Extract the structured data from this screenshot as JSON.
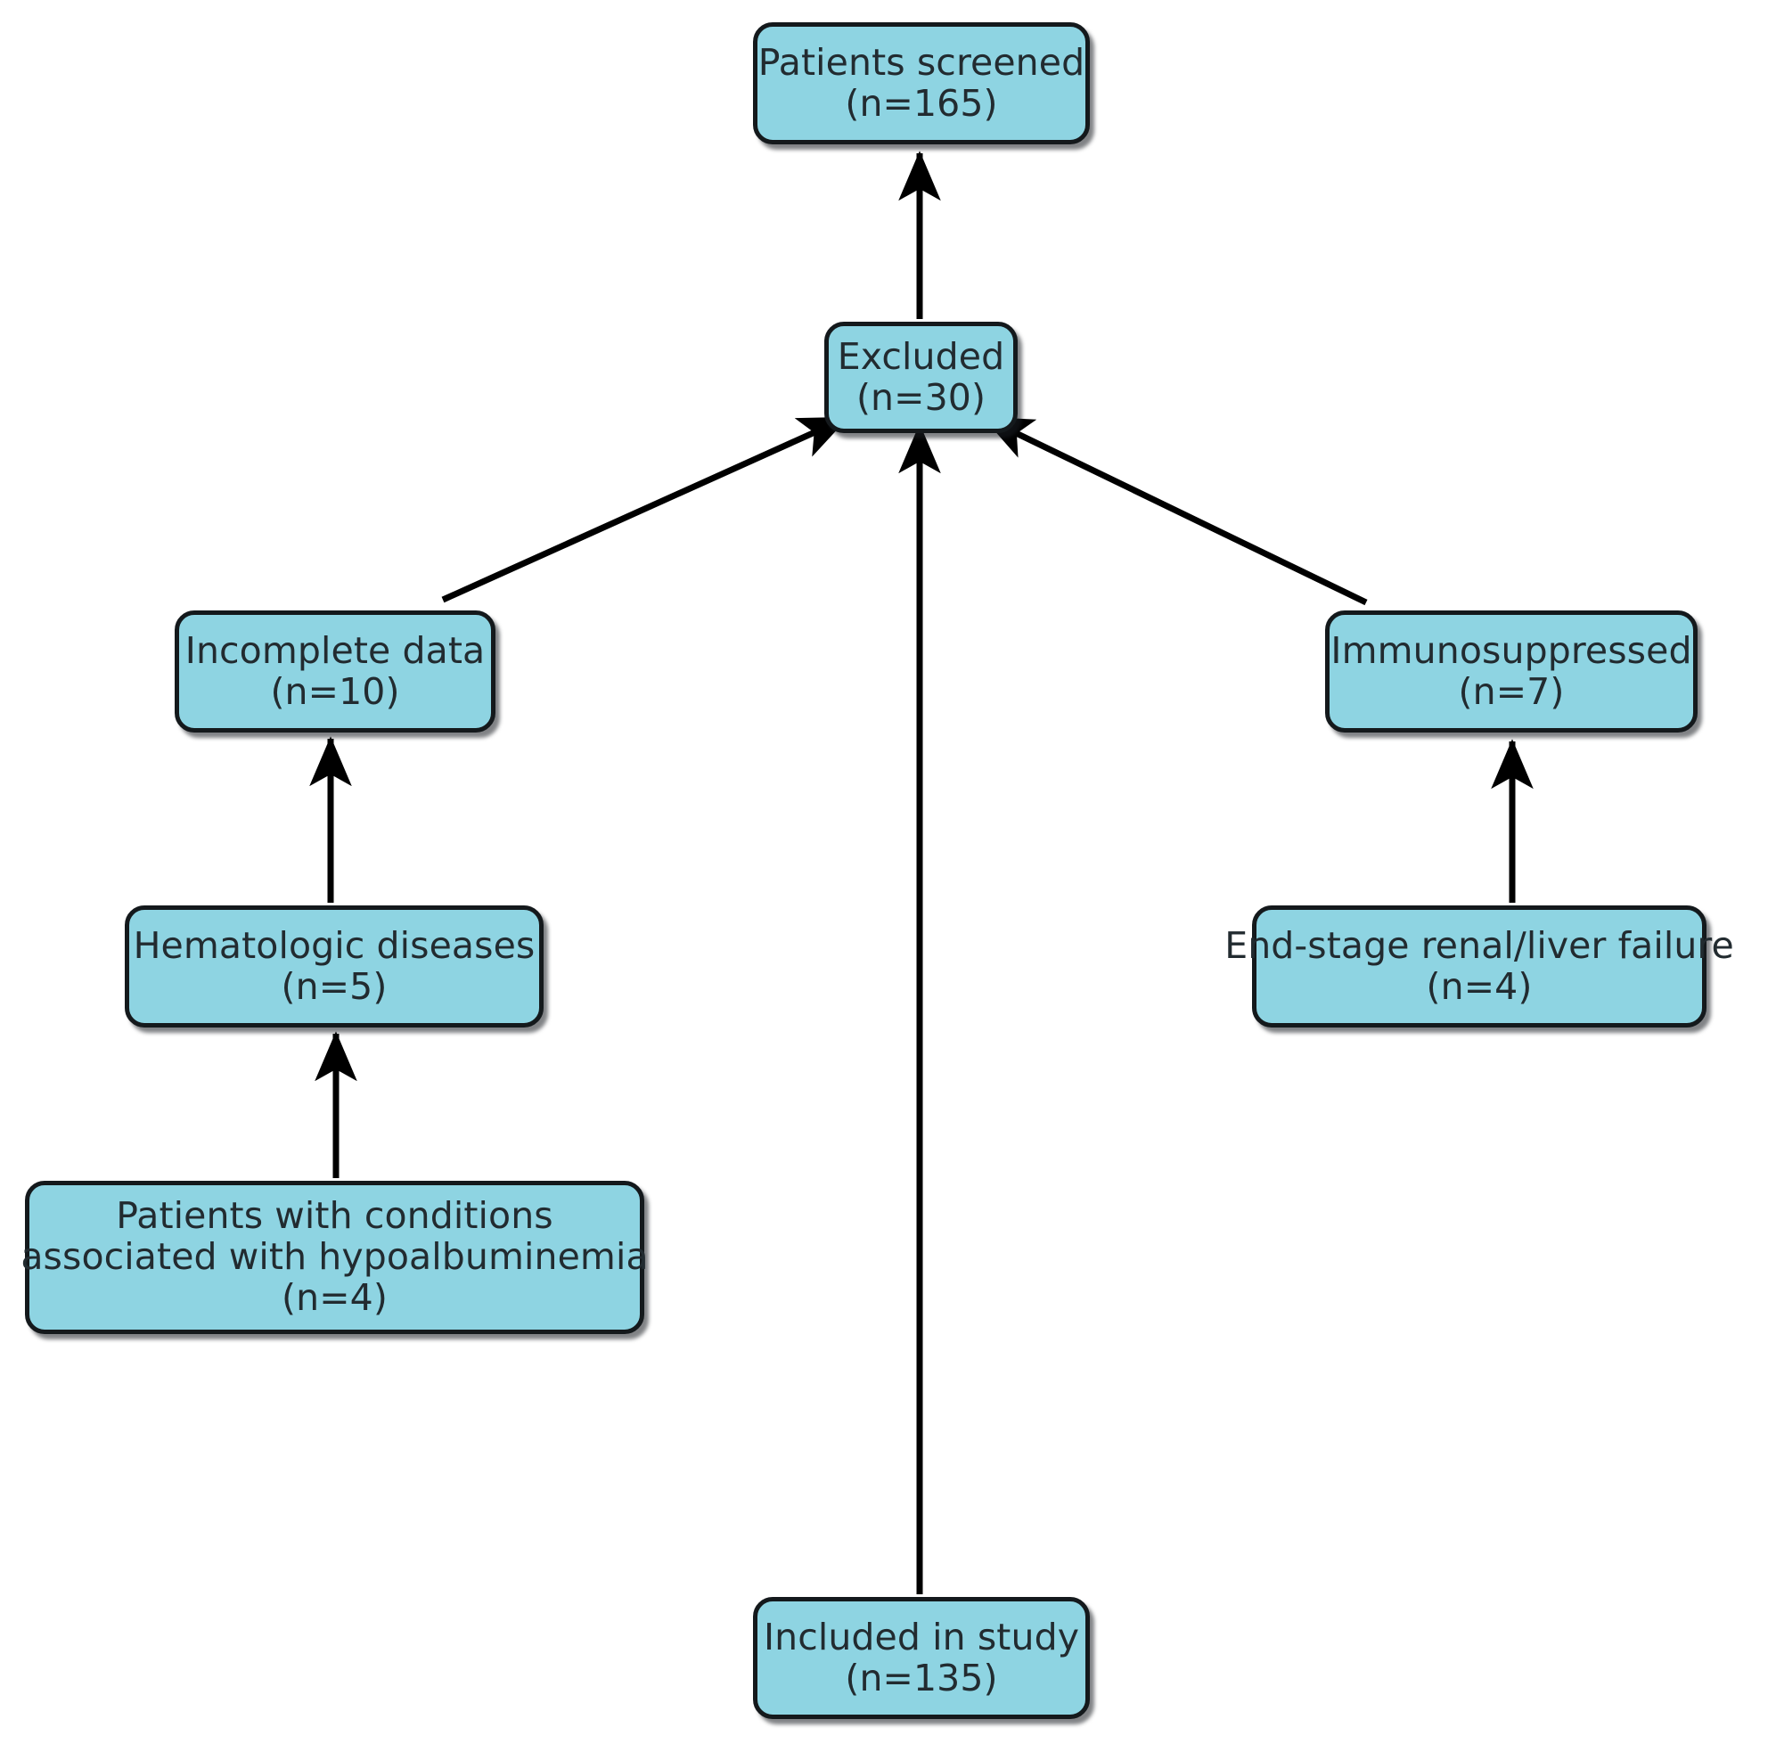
{
  "diagram": {
    "type": "flowchart",
    "title": "Patient screening and exclusion flow diagram",
    "colors": {
      "node_fill": "#8ed4e2",
      "node_border": "#14191c",
      "text": "#222b30",
      "edge": "#000000",
      "background": "#ffffff"
    },
    "nodes": [
      {
        "id": "screened",
        "label": "Patients screened",
        "count_label": "(n=165)",
        "n": 165
      },
      {
        "id": "excluded",
        "label": "Excluded",
        "count_label": "(n=30)",
        "n": 30
      },
      {
        "id": "incomplete",
        "label": "Incomplete data",
        "count_label": "(n=10)",
        "n": 10
      },
      {
        "id": "immunosuppressed",
        "label": "Immunosuppressed",
        "count_label": "(n=7)",
        "n": 7
      },
      {
        "id": "hematologic",
        "label": "Hematologic diseases",
        "count_label": "(n=5)",
        "n": 5
      },
      {
        "id": "endstage",
        "label": "End-stage renal/liver failure",
        "count_label": "(n=4)",
        "n": 4
      },
      {
        "id": "hypoalbuminemia",
        "label_line1": "Patients with conditions",
        "label_line2": "associated with hypoalbuminemia",
        "count_label": "(n=4)",
        "n": 4
      },
      {
        "id": "included",
        "label": "Included in study",
        "count_label": "(n=135)",
        "n": 135
      }
    ],
    "edges": [
      {
        "id": "excluded-to-screened",
        "from": "excluded",
        "to": "screened",
        "style": "vertical-arrow"
      },
      {
        "id": "incomplete-to-excluded",
        "from": "incomplete",
        "to": "excluded",
        "style": "diagonal-arrow"
      },
      {
        "id": "immunosuppressed-to-excluded",
        "from": "immunosuppressed",
        "to": "excluded",
        "style": "diagonal-arrow"
      },
      {
        "id": "included-to-excluded",
        "from": "included",
        "to": "excluded",
        "style": "vertical-arrow"
      },
      {
        "id": "hematologic-to-incomplete",
        "from": "hematologic",
        "to": "incomplete",
        "style": "vertical-arrow"
      },
      {
        "id": "hypoalb-to-hematologic",
        "from": "hypoalbuminemia",
        "to": "hematologic",
        "style": "vertical-arrow"
      },
      {
        "id": "endstage-to-immunosuppressed",
        "from": "endstage",
        "to": "immunosuppressed",
        "style": "vertical-arrow"
      }
    ]
  }
}
